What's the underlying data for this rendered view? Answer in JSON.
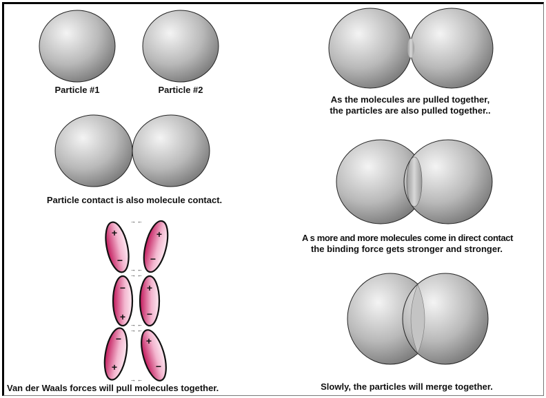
{
  "labels": {
    "particle1": "Particle #1",
    "particle2": "Particle #2",
    "contact": "Particle contact is also molecule contact.",
    "pulled_line1": "As the molecules are pulled together,",
    "pulled_line2": "the particles are also pulled  together..",
    "stronger_line1": "A s more and more molecules come in direct contact",
    "stronger_line2": "the binding force gets stronger and stronger.",
    "vdw": "Van der Waals forces will pull molecules together.",
    "merge": "Slowly, the particles will merge together."
  },
  "symbols": {
    "plus": "+",
    "minus": "−",
    "attraction_arrows": "→ ←"
  },
  "colors": {
    "particle_light": "#f2f2f2",
    "particle_mid": "#b4b4b4",
    "particle_dark": "#6e6e6e",
    "molecule_pink": "#c2185b",
    "molecule_light": "#fbe3ee"
  }
}
